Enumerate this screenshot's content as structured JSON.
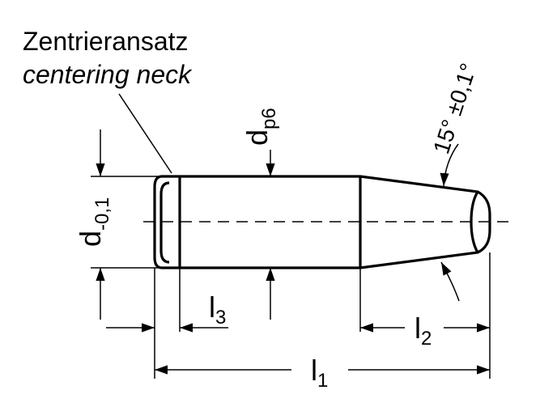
{
  "callout": {
    "line_de": "Zentrieransatz",
    "line_en": "centering neck"
  },
  "dimensions": {
    "d_tol": {
      "main": "d",
      "sub": "-0,1"
    },
    "d_fit": {
      "main": "d",
      "sub": "p6"
    },
    "l1": {
      "main": "l",
      "sub": "1"
    },
    "l2": {
      "main": "l",
      "sub": "2"
    },
    "l3": {
      "main": "l",
      "sub": "3"
    },
    "taper_angle": "15° ±0,1°"
  }
}
